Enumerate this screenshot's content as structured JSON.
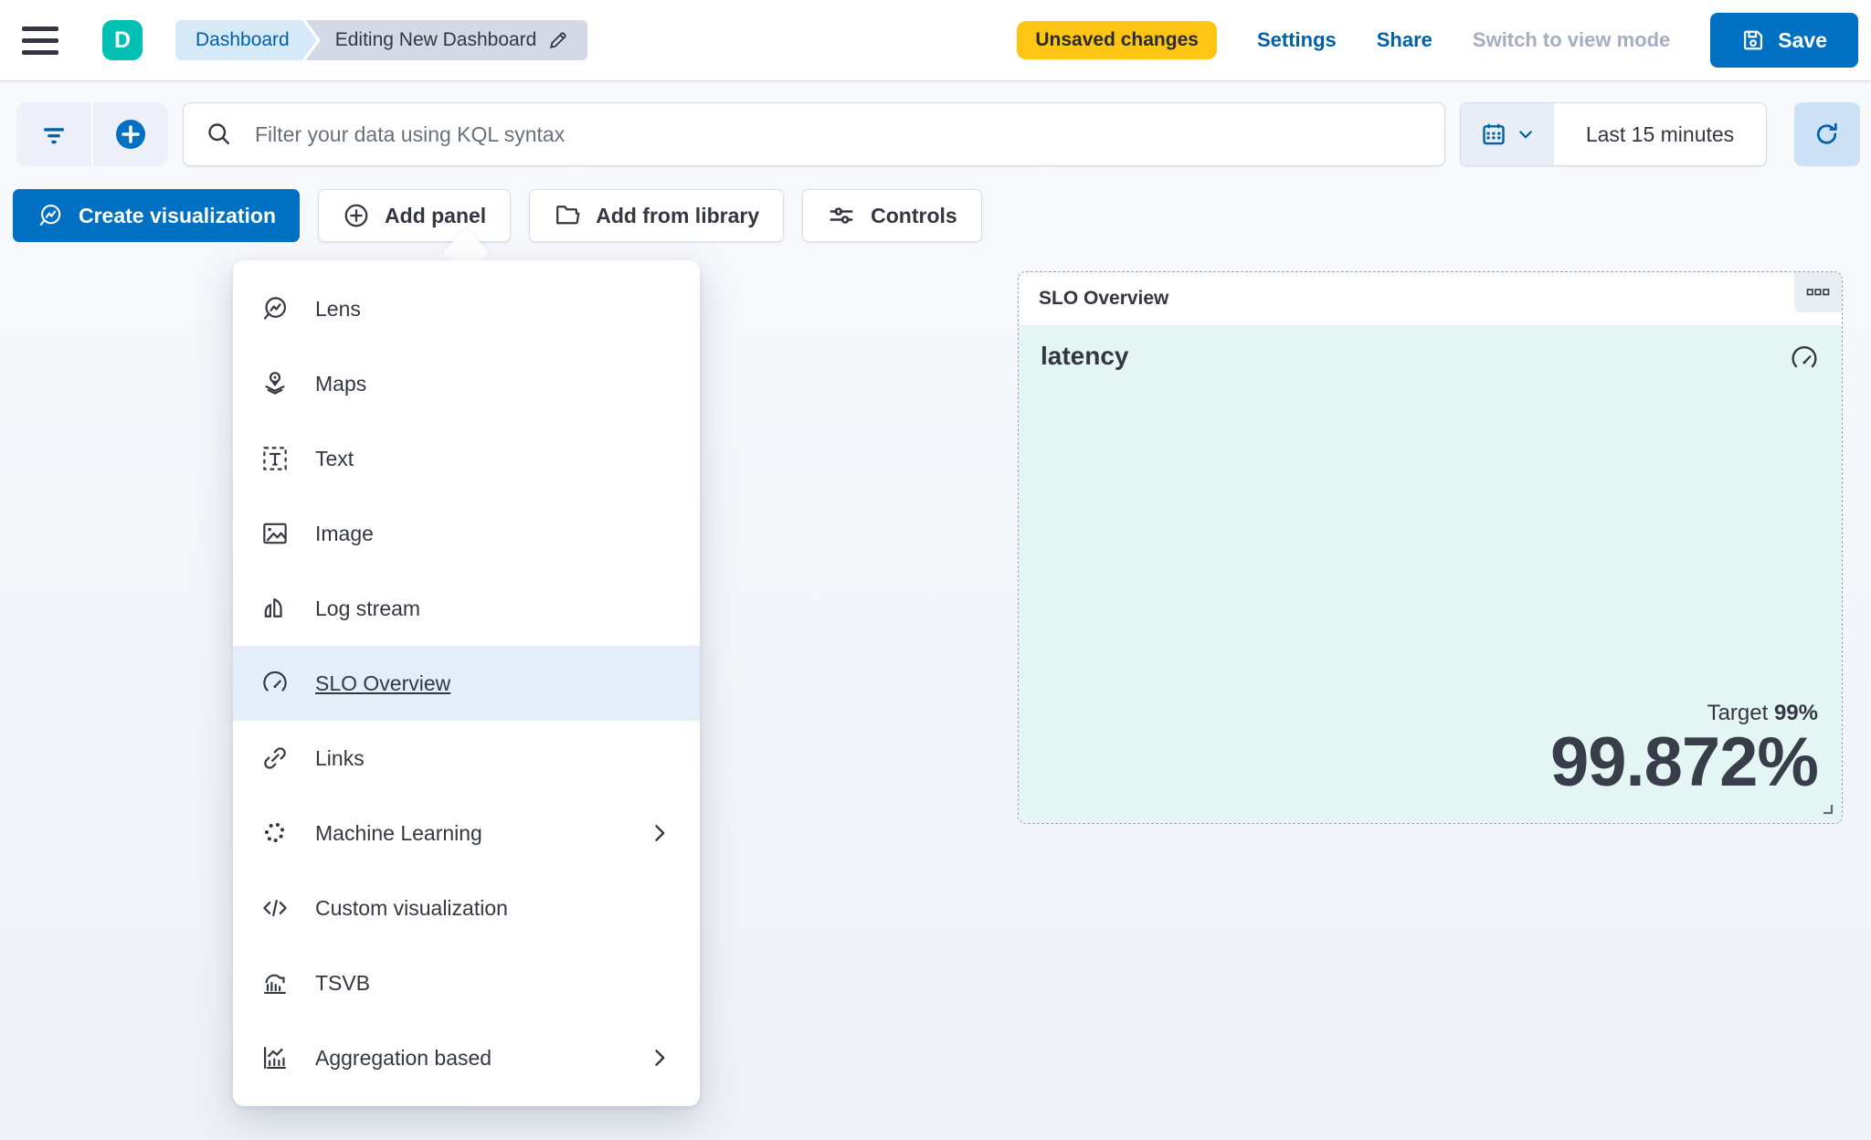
{
  "header": {
    "avatar_initial": "D",
    "breadcrumbs": {
      "root": "Dashboard",
      "current": "Editing New Dashboard"
    },
    "unsaved_badge": "Unsaved changes",
    "settings_label": "Settings",
    "share_label": "Share",
    "view_mode_label": "Switch to view mode",
    "save_label": "Save"
  },
  "filter_bar": {
    "search_placeholder": "Filter your data using KQL syntax",
    "time_range": "Last 15 minutes"
  },
  "toolbar": {
    "create_visualization_label": "Create visualization",
    "add_panel_label": "Add panel",
    "add_from_library_label": "Add from library",
    "controls_label": "Controls"
  },
  "add_panel_menu": {
    "items": [
      {
        "label": "Lens",
        "icon": "lens-icon",
        "submenu": false,
        "selected": false
      },
      {
        "label": "Maps",
        "icon": "maps-icon",
        "submenu": false,
        "selected": false
      },
      {
        "label": "Text",
        "icon": "text-icon",
        "submenu": false,
        "selected": false
      },
      {
        "label": "Image",
        "icon": "image-icon",
        "submenu": false,
        "selected": false
      },
      {
        "label": "Log stream",
        "icon": "log-stream-icon",
        "submenu": false,
        "selected": false
      },
      {
        "label": "SLO Overview",
        "icon": "gauge-icon",
        "submenu": false,
        "selected": true
      },
      {
        "label": "Links",
        "icon": "link-icon",
        "submenu": false,
        "selected": false
      },
      {
        "label": "Machine Learning",
        "icon": "machine-learning-icon",
        "submenu": true,
        "selected": false
      },
      {
        "label": "Custom visualization",
        "icon": "code-icon",
        "submenu": false,
        "selected": false
      },
      {
        "label": "TSVB",
        "icon": "tsvb-icon",
        "submenu": false,
        "selected": false
      },
      {
        "label": "Aggregation based",
        "icon": "aggregation-icon",
        "submenu": true,
        "selected": false
      }
    ]
  },
  "slo_panel": {
    "title": "SLO Overview",
    "name": "latency",
    "target_label": "Target",
    "target_value": "99%",
    "value": "99.872%"
  },
  "colors": {
    "primary": "#0071C2",
    "link_blue": "#0061A6",
    "accent_teal": "#00BFB3",
    "warning_yellow": "#FEC514",
    "text": "#343741",
    "text_subdued": "#69707D",
    "text_disabled": "#A4AEC0",
    "border": "#D3DAE6",
    "breadcrumb_blue_bg": "#D5E9F8",
    "breadcrumb_gray_bg": "#D3DAE6",
    "menu_selected_bg": "#E4EEF9",
    "panel_mint_bg": "#E3F6F3",
    "panel_dashed_border": "#99A5B8"
  }
}
